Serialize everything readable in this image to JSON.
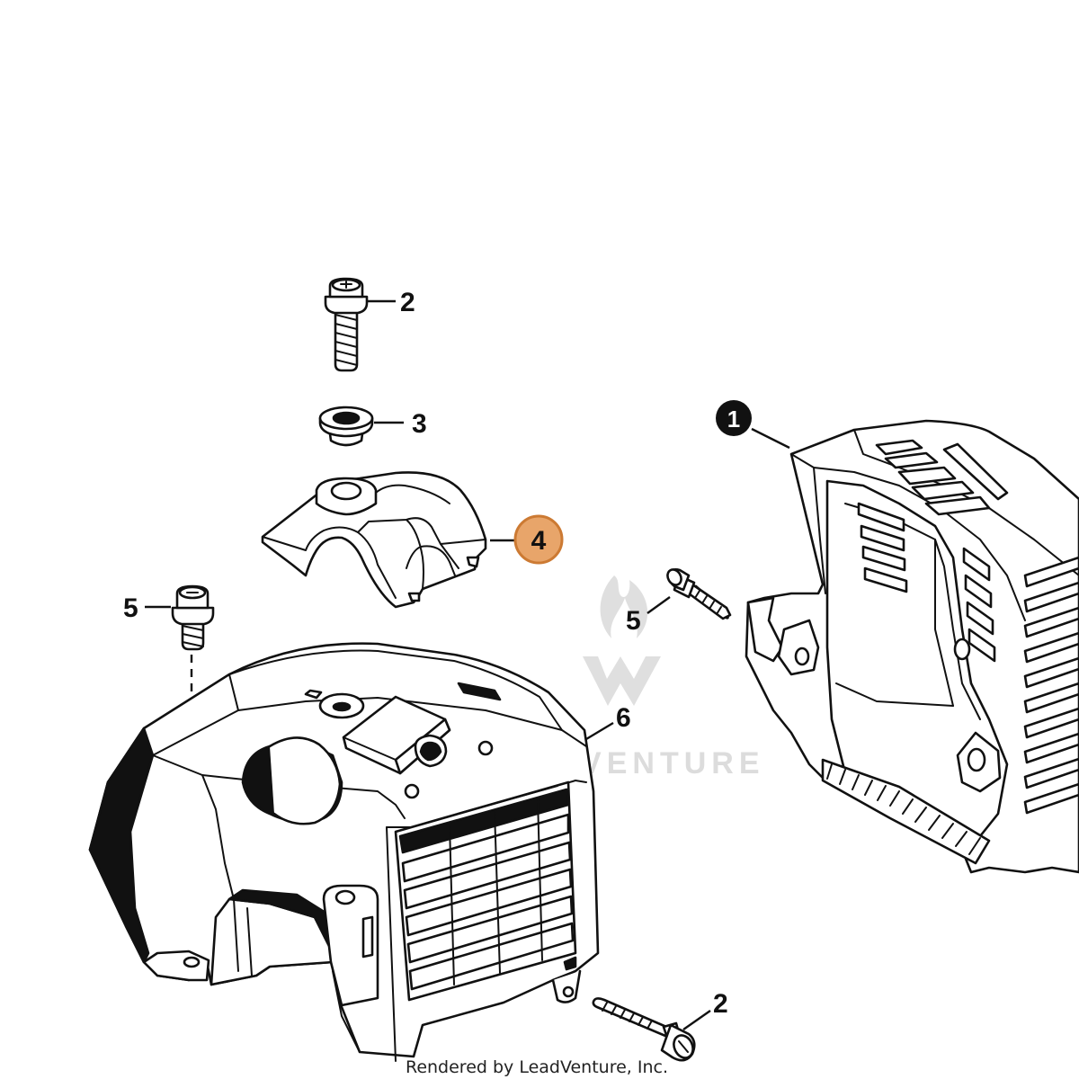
{
  "callouts": {
    "c1": "1",
    "c2_top": "2",
    "c2_bottom": "2",
    "c3": "3",
    "c4": "4",
    "c5_left": "5",
    "c5_right": "5",
    "c6": "6"
  },
  "highlight_color": "#e8a56a",
  "watermark": {
    "text": "LEADVENTURE"
  },
  "footer": {
    "text": "Rendered by LeadVenture, Inc."
  }
}
